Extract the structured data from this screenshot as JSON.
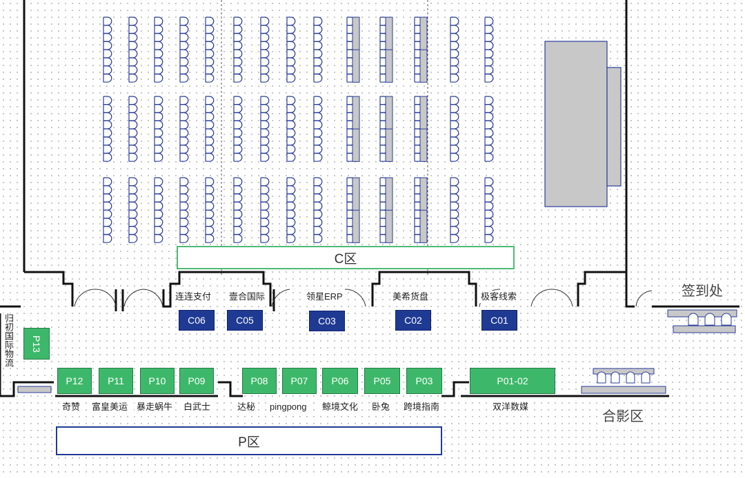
{
  "zones": {
    "c_label": "C区",
    "p_label": "P区"
  },
  "areas": {
    "sign_in": "签到处",
    "photo": "合影区"
  },
  "c_booths": [
    {
      "code": "C06",
      "company": "连连支付"
    },
    {
      "code": "C05",
      "company": "壹合国际"
    },
    {
      "code": "C03",
      "company": "领星ERP"
    },
    {
      "code": "C02",
      "company": "美希货盘"
    },
    {
      "code": "C01",
      "company": "极客线索"
    }
  ],
  "p_booths": [
    {
      "code": "P13",
      "company": "归初国际物流"
    },
    {
      "code": "P12",
      "company": "奇赞"
    },
    {
      "code": "P11",
      "company": "富皇美运"
    },
    {
      "code": "P10",
      "company": "暴走蜗牛"
    },
    {
      "code": "P09",
      "company": "白武士"
    },
    {
      "code": "P08",
      "company": "达秘"
    },
    {
      "code": "P07",
      "company": "pingpong"
    },
    {
      "code": "P06",
      "company": "鲸境文化"
    },
    {
      "code": "P05",
      "company": "卧兔"
    },
    {
      "code": "P03",
      "company": "跨境指南"
    },
    {
      "code": "P01-02",
      "company": "双洋数媒"
    }
  ],
  "colors": {
    "c_booth": "#1f3a93",
    "p_booth": "#3db86a",
    "seat": "#2a3b9a",
    "table": "#c8c8c8"
  },
  "icons": [
    "chair-icon",
    "stage-icon",
    "door-icon",
    "table-icon"
  ]
}
